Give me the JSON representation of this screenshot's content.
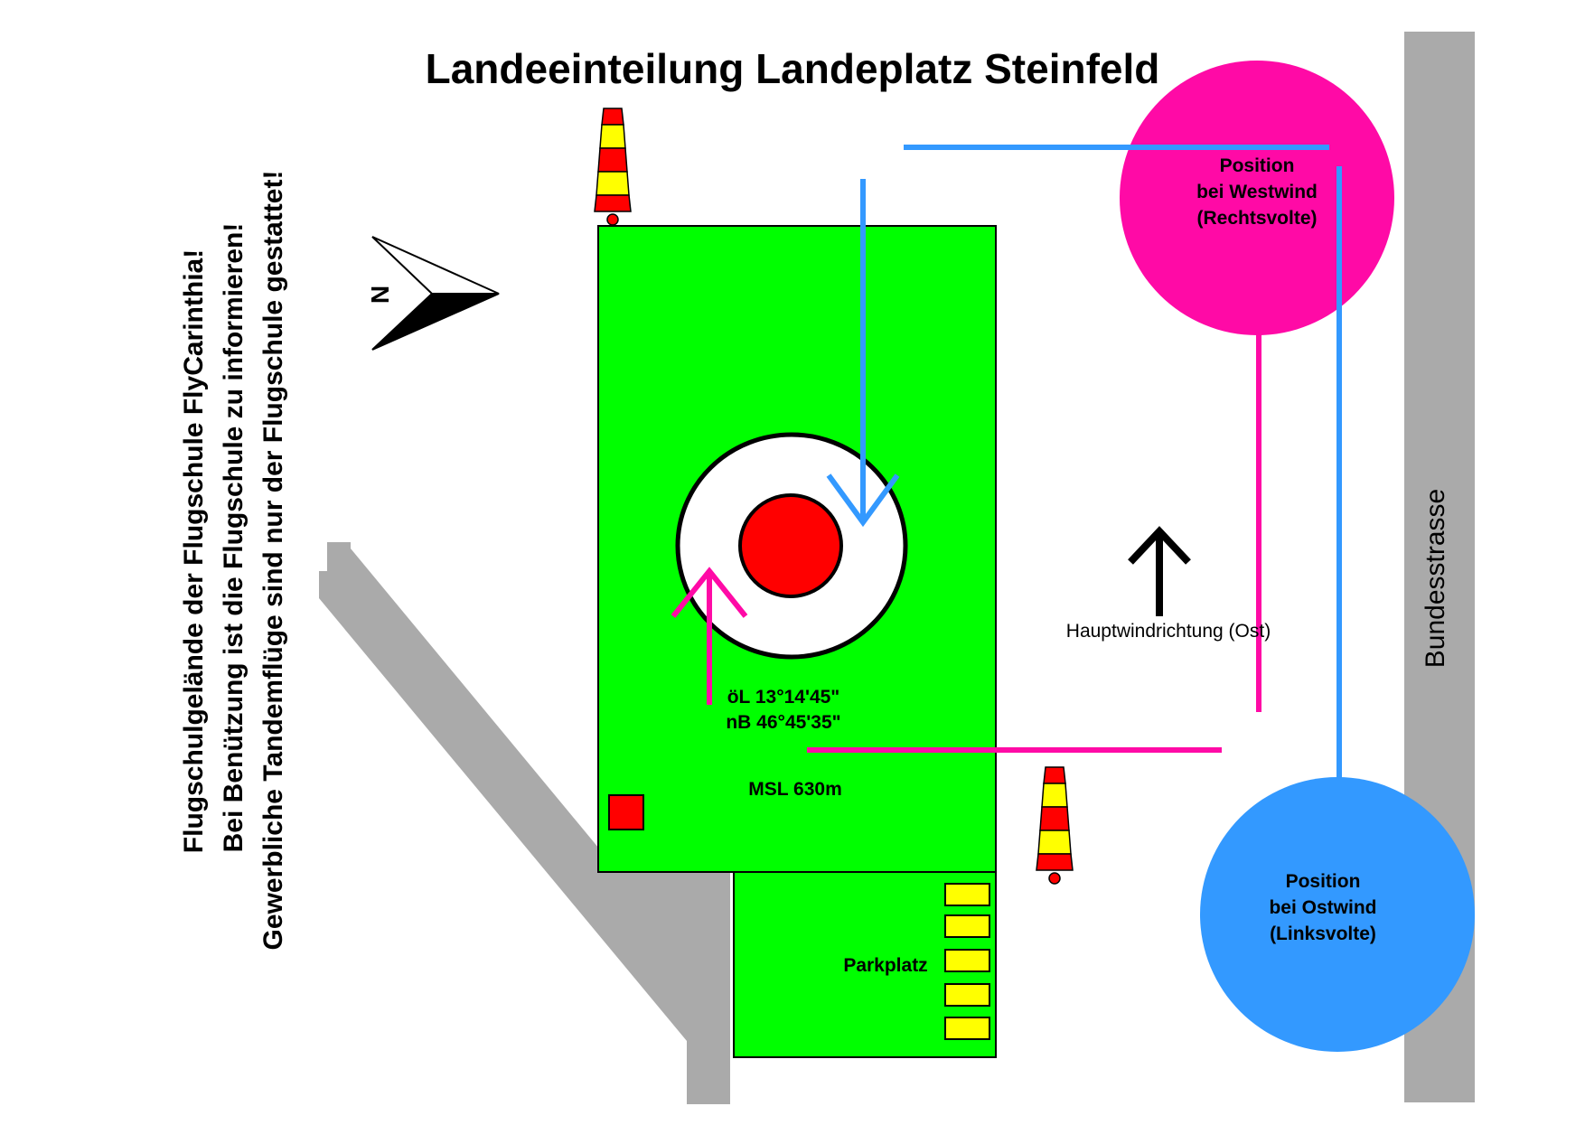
{
  "title": "Landeeinteilung Landeplatz Steinfeld",
  "notice": {
    "line1": "Flugschulgelände der Flugschule FlyCarinthia!",
    "line2": "Bei Benützung ist die Flugschule zu informieren!",
    "line3": "Gewerbliche Tandemflüge sind nur der Flugschule gestattet!"
  },
  "compass": {
    "letter": "N",
    "icon": "north-arrow-icon"
  },
  "landing_field": {
    "coord_lon": "öL 13°14'45\"",
    "coord_lat": "nB 46°45'35\"",
    "msl": "MSL 630m"
  },
  "parking": {
    "label": "Parkplatz",
    "spots": 5
  },
  "main_wind": {
    "label": "Hauptwindrichtung (Ost)"
  },
  "road": {
    "label": "Bundesstrasse"
  },
  "position_west": {
    "line1": "Position",
    "line2": "bei Westwind",
    "line3": "(Rechtsvolte)"
  },
  "position_east": {
    "line1": "Position",
    "line2": "bei Ostwind",
    "line3": "(Linksvolte)"
  },
  "colors": {
    "field": "#00ff00",
    "target": "#ff0000",
    "west_pattern": "#ff0aa6",
    "east_pattern": "#3399ff",
    "road": "#a9a9a9",
    "parking_spot": "#ffff00",
    "cone_red": "#ff0000",
    "cone_yellow": "#ffff00"
  }
}
